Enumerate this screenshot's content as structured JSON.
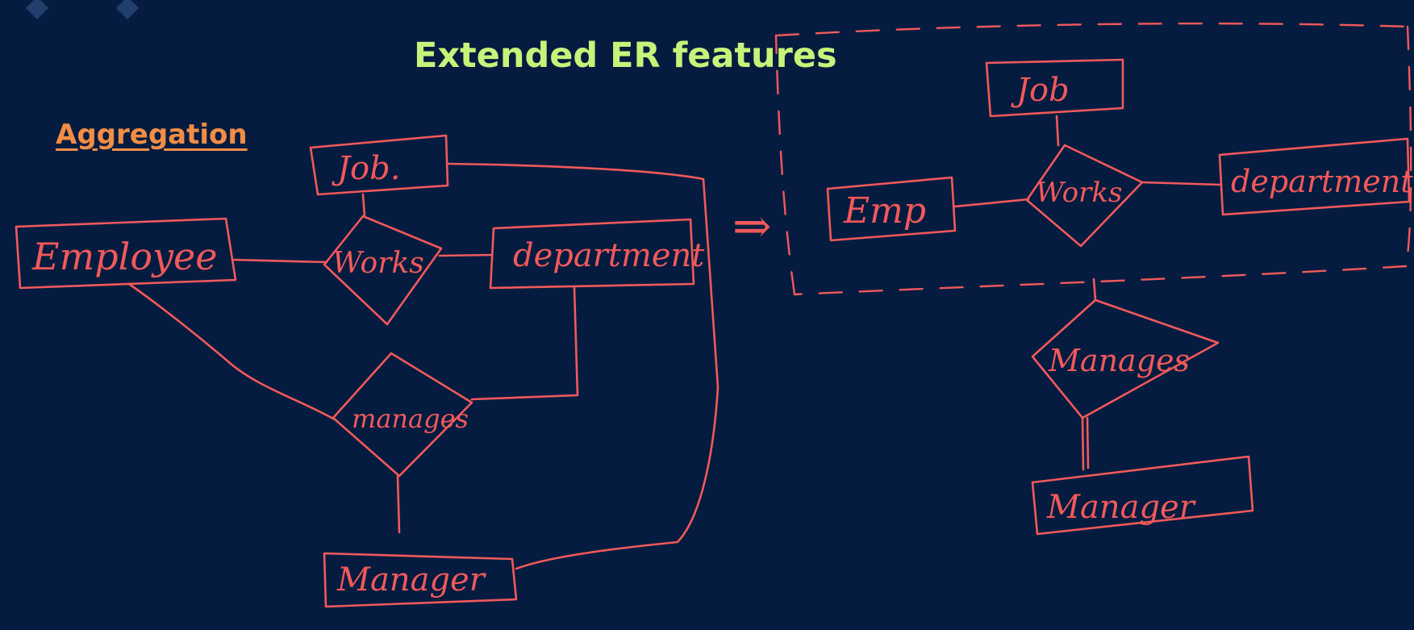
{
  "slide": {
    "title": "Extended ER features",
    "subtitle": "Aggregation",
    "colors": {
      "background": "#051c40",
      "title": "#c8f27a",
      "subtitle": "#f28d45",
      "ink": "#f2595a"
    }
  },
  "left_diagram": {
    "entities": {
      "job": "Job.",
      "employee": "Employee",
      "department": "department",
      "manager": "Manager"
    },
    "relationships": {
      "works": "Works",
      "manages": "manages"
    }
  },
  "arrow": "⇒",
  "right_diagram": {
    "entities": {
      "job": "Job",
      "emp": "Emp",
      "department": "department",
      "manager": "Manager"
    },
    "relationships": {
      "works": "Works",
      "manages": "Manages"
    }
  }
}
